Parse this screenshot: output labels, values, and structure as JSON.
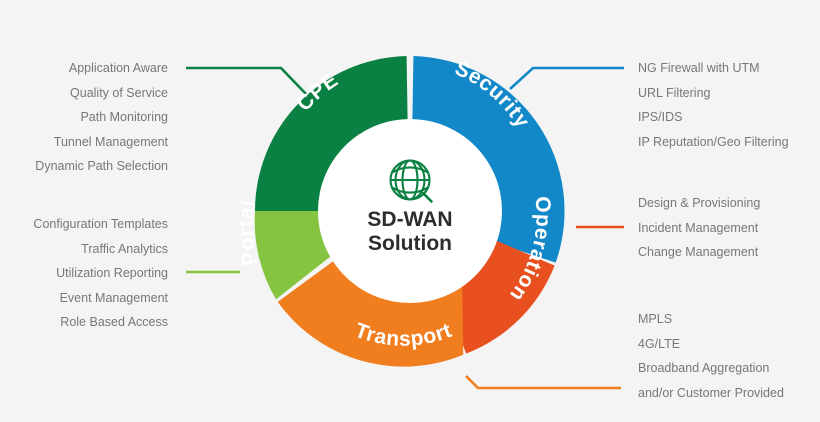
{
  "diagram": {
    "title": "SD-WAN Solution",
    "center": {
      "icon": "globe-icon",
      "line1": "SD-WAN",
      "line2": "Solution",
      "icon_color": "#0a8043"
    },
    "background_color": "#f4f4f4",
    "segments": [
      {
        "key": "cpe",
        "label": "CPE",
        "color": "#0a8043"
      },
      {
        "key": "security",
        "label": "Security",
        "color": "#1288c8"
      },
      {
        "key": "operations",
        "label": "Operations",
        "color": "#e8511f"
      },
      {
        "key": "transport",
        "label": "Transport",
        "color": "#f07d1e"
      },
      {
        "key": "portal",
        "label": "Portal",
        "color": "#85c440"
      }
    ],
    "lists": {
      "cpe": {
        "connector_color": "#0a8043",
        "items": [
          "Application Aware",
          "Quality of Service",
          "Path Monitoring",
          "Tunnel Management",
          "Dynamic Path Selection"
        ]
      },
      "portal": {
        "connector_color": "#85c440",
        "items": [
          "Configuration Templates",
          "Traffic Analytics",
          "Utilization Reporting",
          "Event Management",
          "Role Based Access"
        ]
      },
      "security": {
        "connector_color": "#1288c8",
        "items": [
          "NG Firewall with UTM",
          "URL Filtering",
          "IPS/IDS",
          "IP Reputation/Geo Filtering"
        ]
      },
      "operations": {
        "connector_color": "#e8511f",
        "items": [
          "Design & Provisioning",
          "Incident Management",
          "Change Management"
        ]
      },
      "transport": {
        "connector_color": "#f07d1e",
        "items": [
          "MPLS",
          "4G/LTE",
          "Broadband Aggregation",
          "and/or Customer Provided"
        ]
      }
    }
  }
}
